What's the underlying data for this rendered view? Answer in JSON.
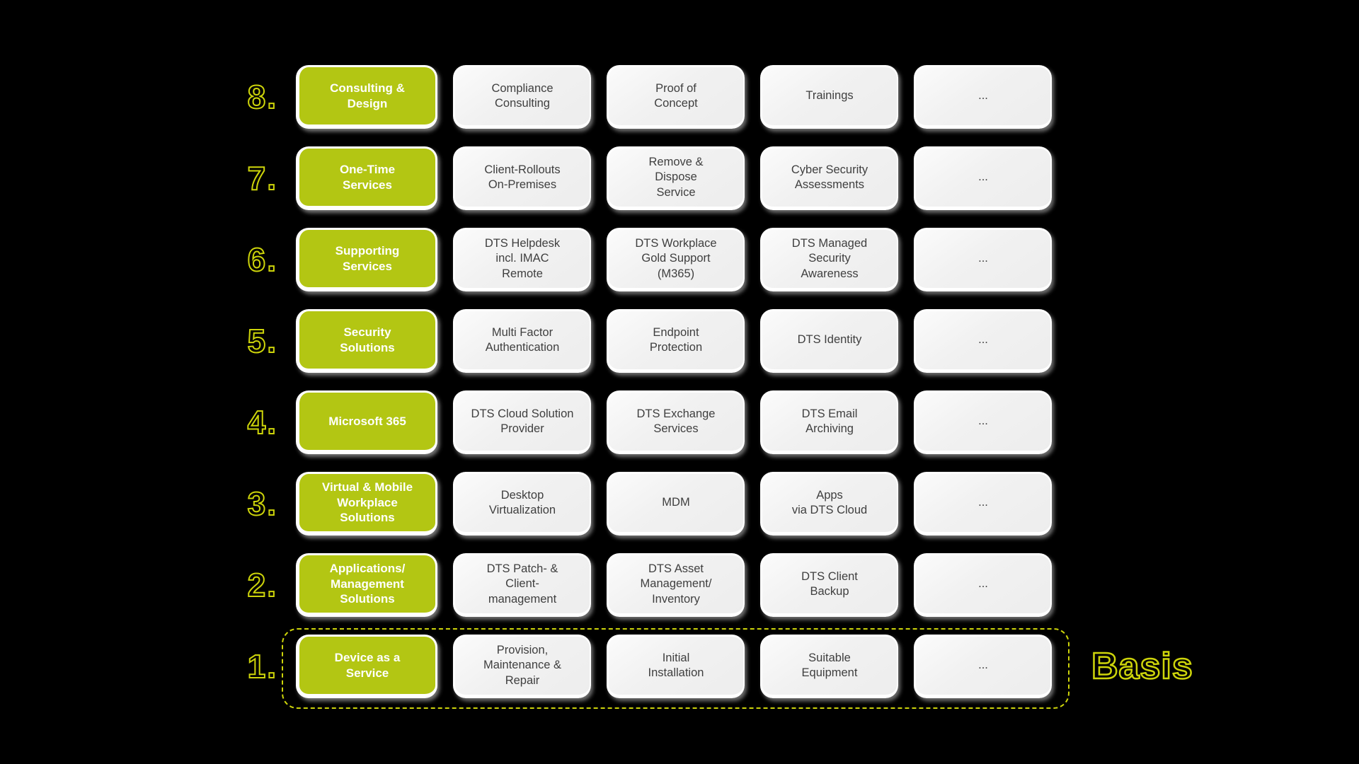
{
  "colors": {
    "bg": "#000000",
    "green": "#b3c613",
    "accent": "#cdd40a",
    "cardtext": "#3f3f3f"
  },
  "basis": {
    "label": "Basis"
  },
  "rows": [
    {
      "number": "8.",
      "category": "Consulting &\nDesign",
      "items": [
        "Compliance\nConsulting",
        "Proof of\nConcept",
        "Trainings",
        "..."
      ]
    },
    {
      "number": "7.",
      "category": "One-Time\nServices",
      "items": [
        "Client-Rollouts\nOn-Premises",
        "Remove &\nDispose\nService",
        "Cyber Security\nAssessments",
        "..."
      ]
    },
    {
      "number": "6.",
      "category": "Supporting\nServices",
      "items": [
        "DTS Helpdesk\nincl. IMAC\nRemote",
        "DTS Workplace\nGold Support\n(M365)",
        "DTS Managed\nSecurity\nAwareness",
        "..."
      ]
    },
    {
      "number": "5.",
      "category": "Security\nSolutions",
      "items": [
        "Multi Factor\nAuthentication",
        "Endpoint\nProtection",
        "DTS Identity",
        "..."
      ]
    },
    {
      "number": "4.",
      "category": "Microsoft 365",
      "items": [
        "DTS Cloud Solution\nProvider",
        "DTS Exchange\nServices",
        "DTS Email\nArchiving",
        "..."
      ]
    },
    {
      "number": "3.",
      "category": "Virtual & Mobile\nWorkplace\nSolutions",
      "items": [
        "Desktop\nVirtualization",
        "MDM",
        "Apps\nvia DTS Cloud",
        "..."
      ]
    },
    {
      "number": "2.",
      "category": "Applications/\nManagement\nSolutions",
      "items": [
        "DTS Patch- &\nClient-\nmanagement",
        "DTS Asset\nManagement/\nInventory",
        "DTS Client\nBackup",
        "..."
      ]
    },
    {
      "number": "1.",
      "category": "Device as a\nService",
      "items": [
        "Provision,\nMaintenance &\nRepair",
        "Initial\nInstallation",
        "Suitable\nEquipment",
        "..."
      ]
    }
  ]
}
